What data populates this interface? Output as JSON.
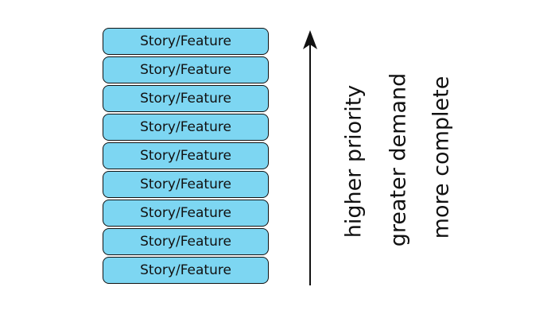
{
  "colors": {
    "box_fill": "#7dd6f2",
    "box_border": "#111111",
    "text": "#111111",
    "arrow": "#111111"
  },
  "stack": {
    "items": [
      {
        "label": "Story/Feature"
      },
      {
        "label": "Story/Feature"
      },
      {
        "label": "Story/Feature"
      },
      {
        "label": "Story/Feature"
      },
      {
        "label": "Story/Feature"
      },
      {
        "label": "Story/Feature"
      },
      {
        "label": "Story/Feature"
      },
      {
        "label": "Story/Feature"
      },
      {
        "label": "Story/Feature"
      }
    ]
  },
  "axis": {
    "labels": [
      "higher priority",
      "greater demand",
      "more complete"
    ]
  }
}
